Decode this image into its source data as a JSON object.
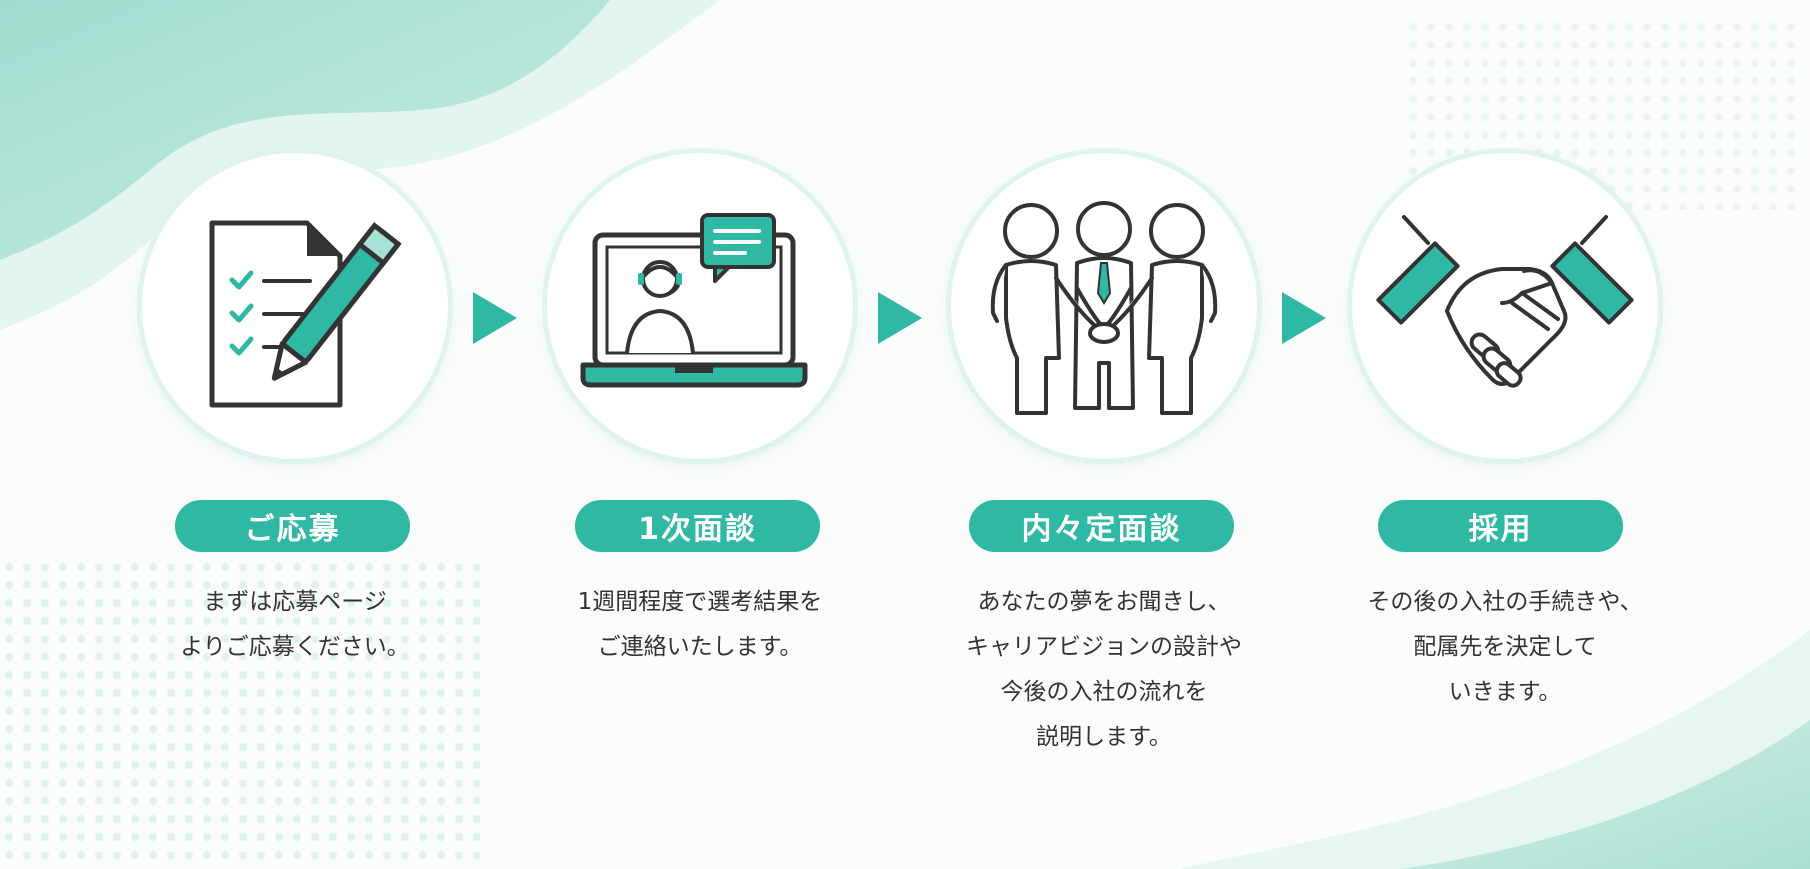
{
  "colors": {
    "accent": "#2fb8a3",
    "accent_light": "#bfe8df",
    "text": "#333333",
    "outline": "#333333"
  },
  "steps": [
    {
      "icon": "application-form-pen-icon",
      "title": "ご応募",
      "lines": [
        "まずは応募ページ",
        "よりご応募ください。"
      ]
    },
    {
      "icon": "laptop-video-chat-icon",
      "title": "1次面談",
      "lines": [
        "1週間程度で選考結果を",
        "ご連絡いたします。"
      ]
    },
    {
      "icon": "team-hands-together-icon",
      "title": "内々定面談",
      "lines": [
        "あなたの夢をお聞きし、",
        "キャリアビジョンの設計や",
        "今後の入社の流れを",
        "説明します。"
      ]
    },
    {
      "icon": "handshake-icon",
      "title": "採用",
      "lines": [
        "その後の入社の手続きや、",
        "配属先を決定して",
        "いきます。"
      ]
    }
  ],
  "arrow_icon": "play-triangle-icon"
}
